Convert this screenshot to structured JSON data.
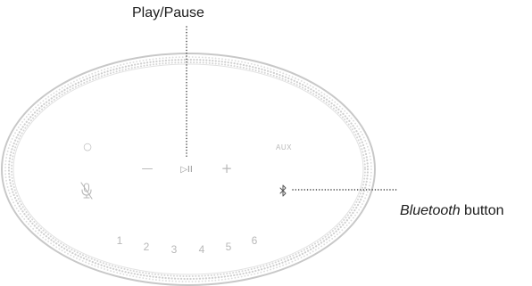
{
  "callouts": {
    "play_pause": "Play/Pause",
    "bluetooth_em": "Bluetooth",
    "bluetooth_rest": " button"
  },
  "buttons": {
    "power": "○",
    "aux": "AUX",
    "volume_down": "—",
    "play_pause": "▷II",
    "volume_up": "+",
    "mic_off": "mic-off-icon",
    "bluetooth": "bluetooth-icon"
  },
  "presets": [
    "1",
    "2",
    "3",
    "4",
    "5",
    "6"
  ],
  "colors": {
    "outline": "#c8c8c8",
    "grille_dots": "#d2d2d2",
    "button_glyph": "#b8b8b8",
    "leader": "#333333",
    "text": "#1a1a1a"
  }
}
